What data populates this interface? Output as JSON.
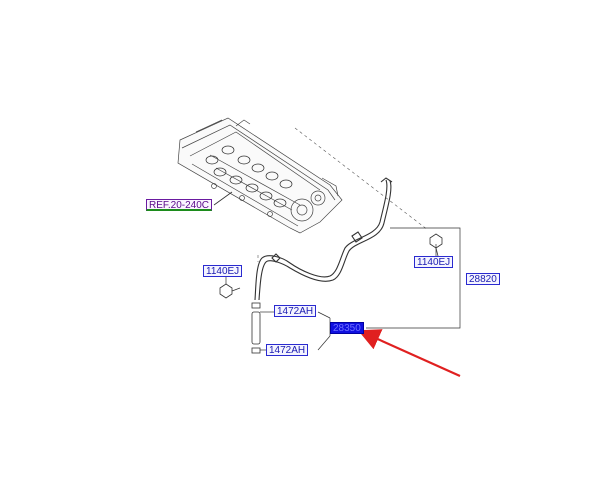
{
  "diagram": {
    "labels": {
      "ref": "REF.20-240C",
      "bolt_left": "1140EJ",
      "bolt_right": "1140EJ",
      "assembly": "28820",
      "hose_upper": "1472AH",
      "hose_lower": "1472AH",
      "part_highlighted": "28350"
    },
    "colors": {
      "line": "#333333",
      "label_text": "#1a1ab0",
      "label_border": "#2a2ad0",
      "highlight_fill": "#1010e0",
      "ref_text": "#5a0a8a",
      "ref_underline": "#1c8c1c",
      "arrow": "#e02020"
    },
    "icons": [
      "cylinder-head-icon",
      "bolt-icon",
      "hose-icon",
      "clamp-icon",
      "pointer-arrow-icon"
    ]
  }
}
